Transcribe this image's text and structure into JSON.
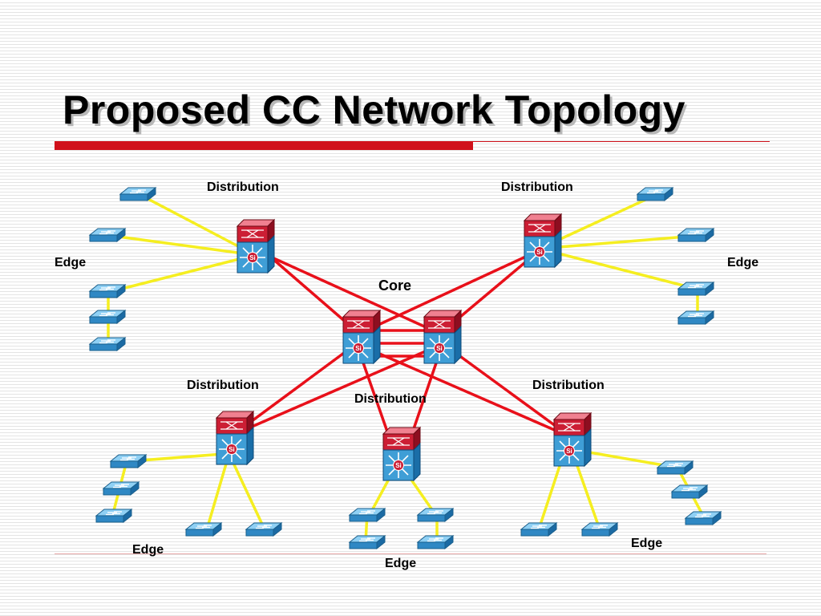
{
  "title": "Proposed CC Network Topology",
  "labels": {
    "core": "Core",
    "distribution_tl": "Distribution",
    "distribution_tr": "Distribution",
    "distribution_bl": "Distribution",
    "distribution_bc": "Distribution",
    "distribution_br": "Distribution",
    "edge_left": "Edge",
    "edge_right": "Edge",
    "edge_bl": "Edge",
    "edge_bc": "Edge",
    "edge_br": "Edge"
  },
  "device_badge": "Si",
  "colors": {
    "core_link": "#e8101a",
    "edge_link": "#f5ee20",
    "title_bar": "#d0101a",
    "switch_body": "#3f9ed6"
  },
  "icons": {
    "multilayer_switch": "multilayer-switch-icon",
    "workgroup_switch": "workgroup-switch-icon"
  }
}
